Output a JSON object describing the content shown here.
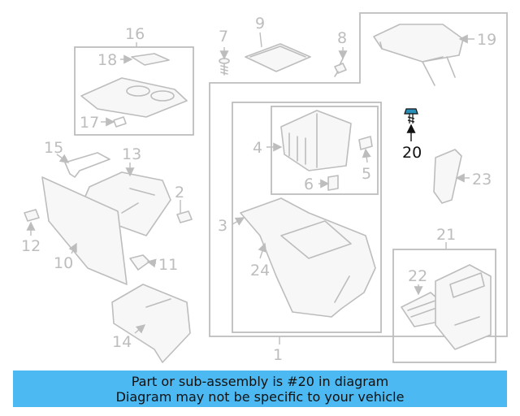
{
  "callouts": {
    "c1": "1",
    "c2": "2",
    "c3": "3",
    "c4": "4",
    "c5": "5",
    "c6": "6",
    "c7": "7",
    "c8": "8",
    "c9": "9",
    "c10": "10",
    "c11": "11",
    "c12": "12",
    "c13": "13",
    "c14": "14",
    "c15": "15",
    "c16": "16",
    "c17": "17",
    "c18": "18",
    "c19": "19",
    "c20": "20",
    "c21": "21",
    "c22": "22",
    "c23": "23",
    "c24": "24"
  },
  "highlighted_part": "20",
  "banner": {
    "line1": "Part or sub-assembly is #20 in diagram",
    "line2": "Diagram may not be specific to your vehicle"
  },
  "colors": {
    "banner_bg": "#4cb9f2",
    "part_lines": "#bdbdbd",
    "highlight": "#111111"
  }
}
